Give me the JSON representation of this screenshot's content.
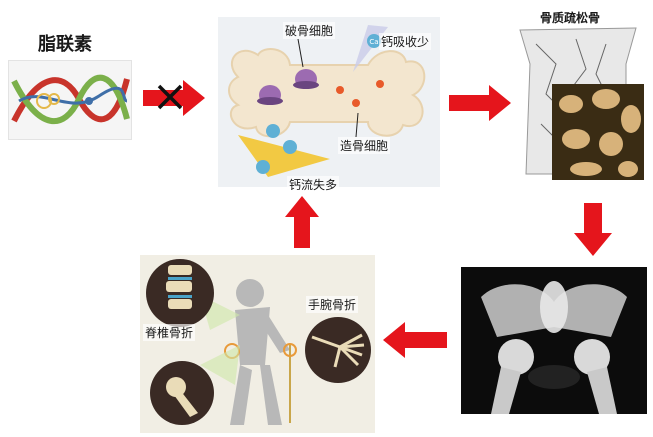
{
  "leptin": {
    "title": "脂联素"
  },
  "bone": {
    "osteoclast_label": "破骨细胞",
    "osteoblast_label": "造骨细胞",
    "calcium_absorb_label": "钙吸收少",
    "calcium_loss_label": "钙流失多",
    "ca_symbol": "Ca"
  },
  "osteoporosis": {
    "title": "骨质疏松骨"
  },
  "fracture": {
    "spine_label": "脊椎骨折",
    "wrist_label": "手腕骨折"
  },
  "colors": {
    "arrow_red": "#e5151c",
    "bone_cream": "#f3e6cf",
    "calcium_yellow": "#f2c430"
  }
}
